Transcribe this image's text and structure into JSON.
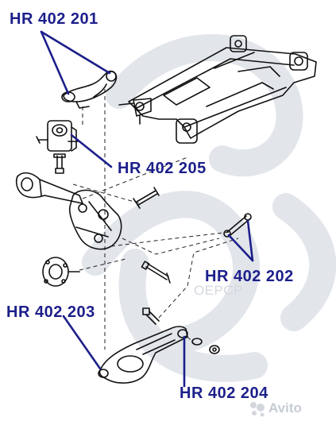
{
  "callouts": {
    "upper_arm": "HR 402 201",
    "bushing": "HR 402 205",
    "toe_link": "HR 402 202",
    "lower_arm": "HR 402 203",
    "lower_arm_bushing": "HR 402 204"
  },
  "watermarks": {
    "brand": "ОЕРСР",
    "marketplace": "Avito"
  },
  "colors": {
    "label": "#1c1f8a",
    "leader": "#1c1f8a",
    "drawing": "#111111",
    "watermark": "#dcdfe4"
  }
}
